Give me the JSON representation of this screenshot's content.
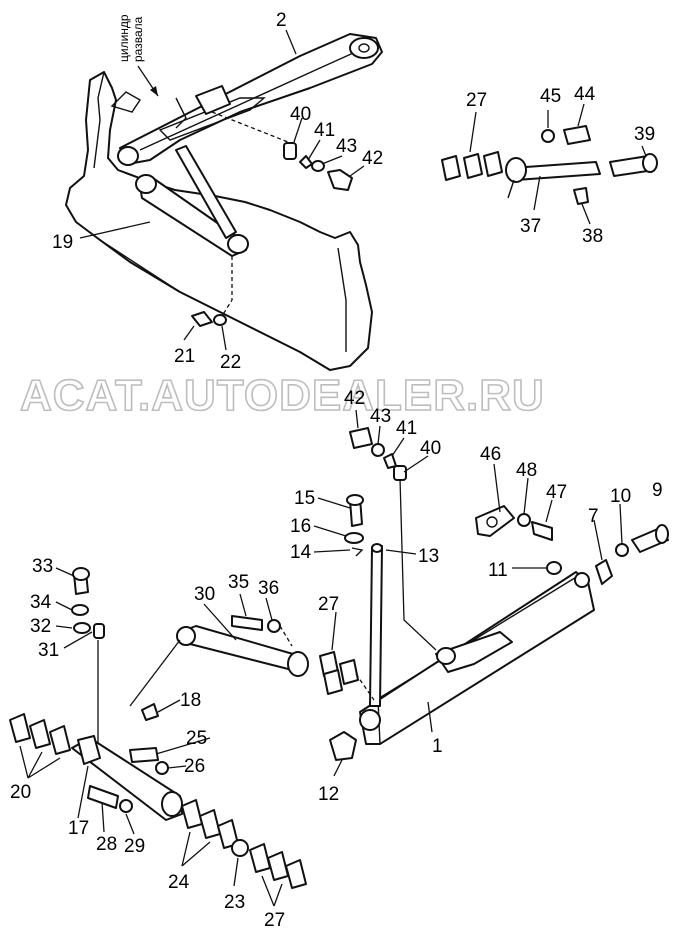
{
  "watermark": "ACAT.AUTODEALER.RU",
  "annotation": [
    "цилиндр",
    "развала"
  ],
  "callouts": [
    "1",
    "2",
    "7",
    "9",
    "10",
    "11",
    "12",
    "13",
    "14",
    "15",
    "16",
    "17",
    "18",
    "19",
    "20",
    "21",
    "22",
    "23",
    "24",
    "25",
    "26",
    "27",
    "27",
    "27",
    "28",
    "29",
    "30",
    "31",
    "32",
    "33",
    "34",
    "35",
    "36",
    "37",
    "38",
    "39",
    "40",
    "40",
    "41",
    "41",
    "42",
    "42",
    "43",
    "43",
    "44",
    "45",
    "46",
    "47",
    "48"
  ]
}
